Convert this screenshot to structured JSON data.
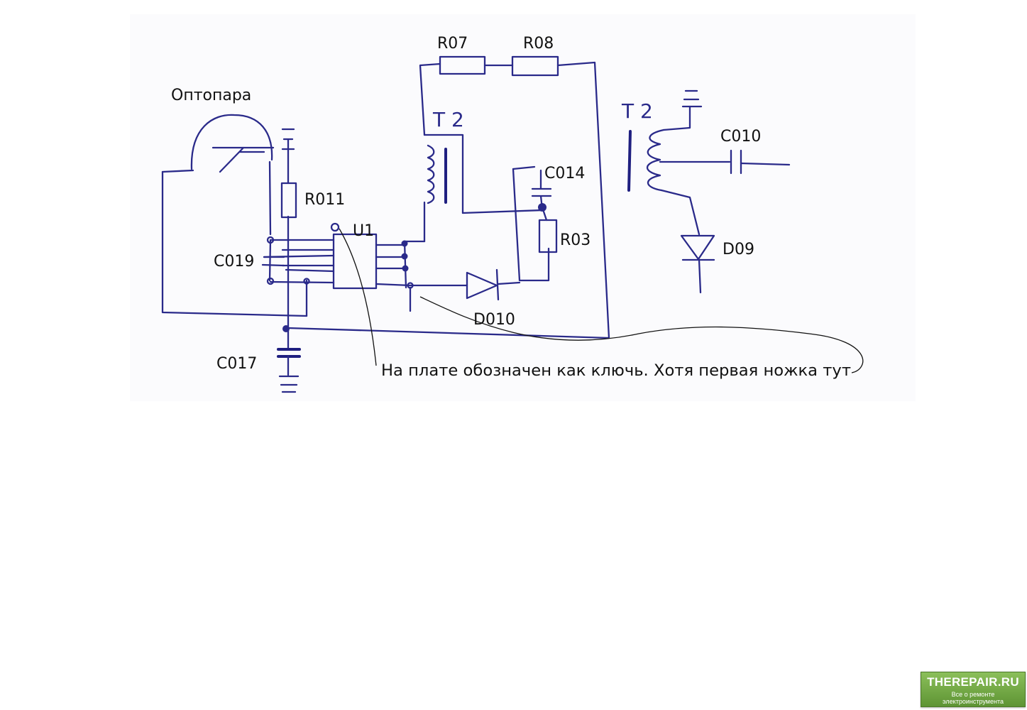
{
  "labels": {
    "optocoupler": "Оптопара",
    "r07": "R07",
    "r08": "R08",
    "r011": "R011",
    "u1": "U1",
    "c019": "C019",
    "c017": "C017",
    "t2_left": "T2",
    "t2_right": "T2",
    "c014": "C014",
    "r03": "R03",
    "d010": "D010",
    "c010": "C010",
    "d09": "D09",
    "note": "На плате обозначен как ключь. Хотя первая ножка тут"
  },
  "watermark": {
    "title": "THEREPAIR.RU",
    "subtitle": "Все о ремонте электроинструмента"
  }
}
